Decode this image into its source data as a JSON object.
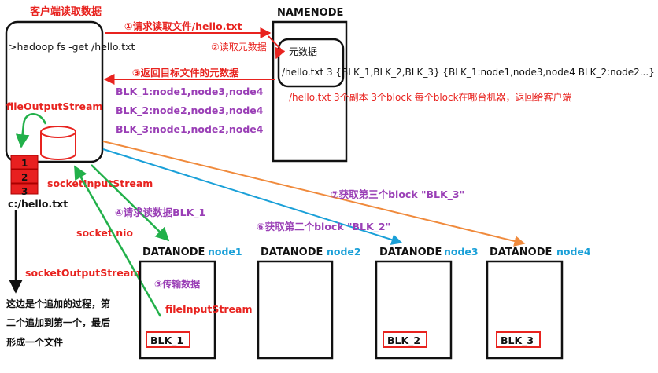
{
  "title": "客户端读取数据",
  "namenode": {
    "label": "NAMENODE",
    "metadata_label": "元数据",
    "record": "/hello.txt 3 {BLK_1,BLK_2,BLK_3}  {BLK_1:node1,node3,node4  BLK_2:node2...}",
    "note": "/hello.txt 3个副本 3个block 每个block在哪台机器，返回给客户端"
  },
  "client": {
    "command": ">hadoop fs -get /hello.txt",
    "output_stream": "fileOutputStream",
    "blocks": [
      "1",
      "2",
      "3"
    ],
    "local_file": "c:/hello.txt",
    "socket_input": "socketInputStream",
    "socket_nio": "socket nio",
    "socket_output": "socketOutputStream",
    "append_note": [
      "这边是个追加的过程，第",
      "二个追加到第一个，最后",
      "形成一个文件"
    ]
  },
  "steps": {
    "s1": "①请求读取文件/hello.txt",
    "s2": "②读取元数据",
    "s3": "③返回目标文件的元数据",
    "s4": "④请求读数据BLK_1",
    "s5": "⑤传输数据",
    "s6": "⑥获取第二个block \"BLK_2\"",
    "s7": "⑦获取第三个block \"BLK_3\""
  },
  "block_locations": [
    "BLK_1:node1,node3,node4",
    "BLK_2:node2,node3,node4",
    "BLK_3:node1,node2,node4"
  ],
  "datanodes": [
    {
      "label": "DATANODE",
      "node": "node1",
      "block": "BLK_1",
      "stream": "fileInputStream"
    },
    {
      "label": "DATANODE",
      "node": "node2",
      "block": ""
    },
    {
      "label": "DATANODE",
      "node": "node3",
      "block": "BLK_2"
    },
    {
      "label": "DATANODE",
      "node": "node4",
      "block": "BLK_3"
    }
  ],
  "colors": {
    "red": "#e8231f",
    "purple": "#9a3fb6",
    "blue": "#1aa0d8",
    "orange": "#f08a3c",
    "green": "#22b04a",
    "black": "#111111"
  }
}
